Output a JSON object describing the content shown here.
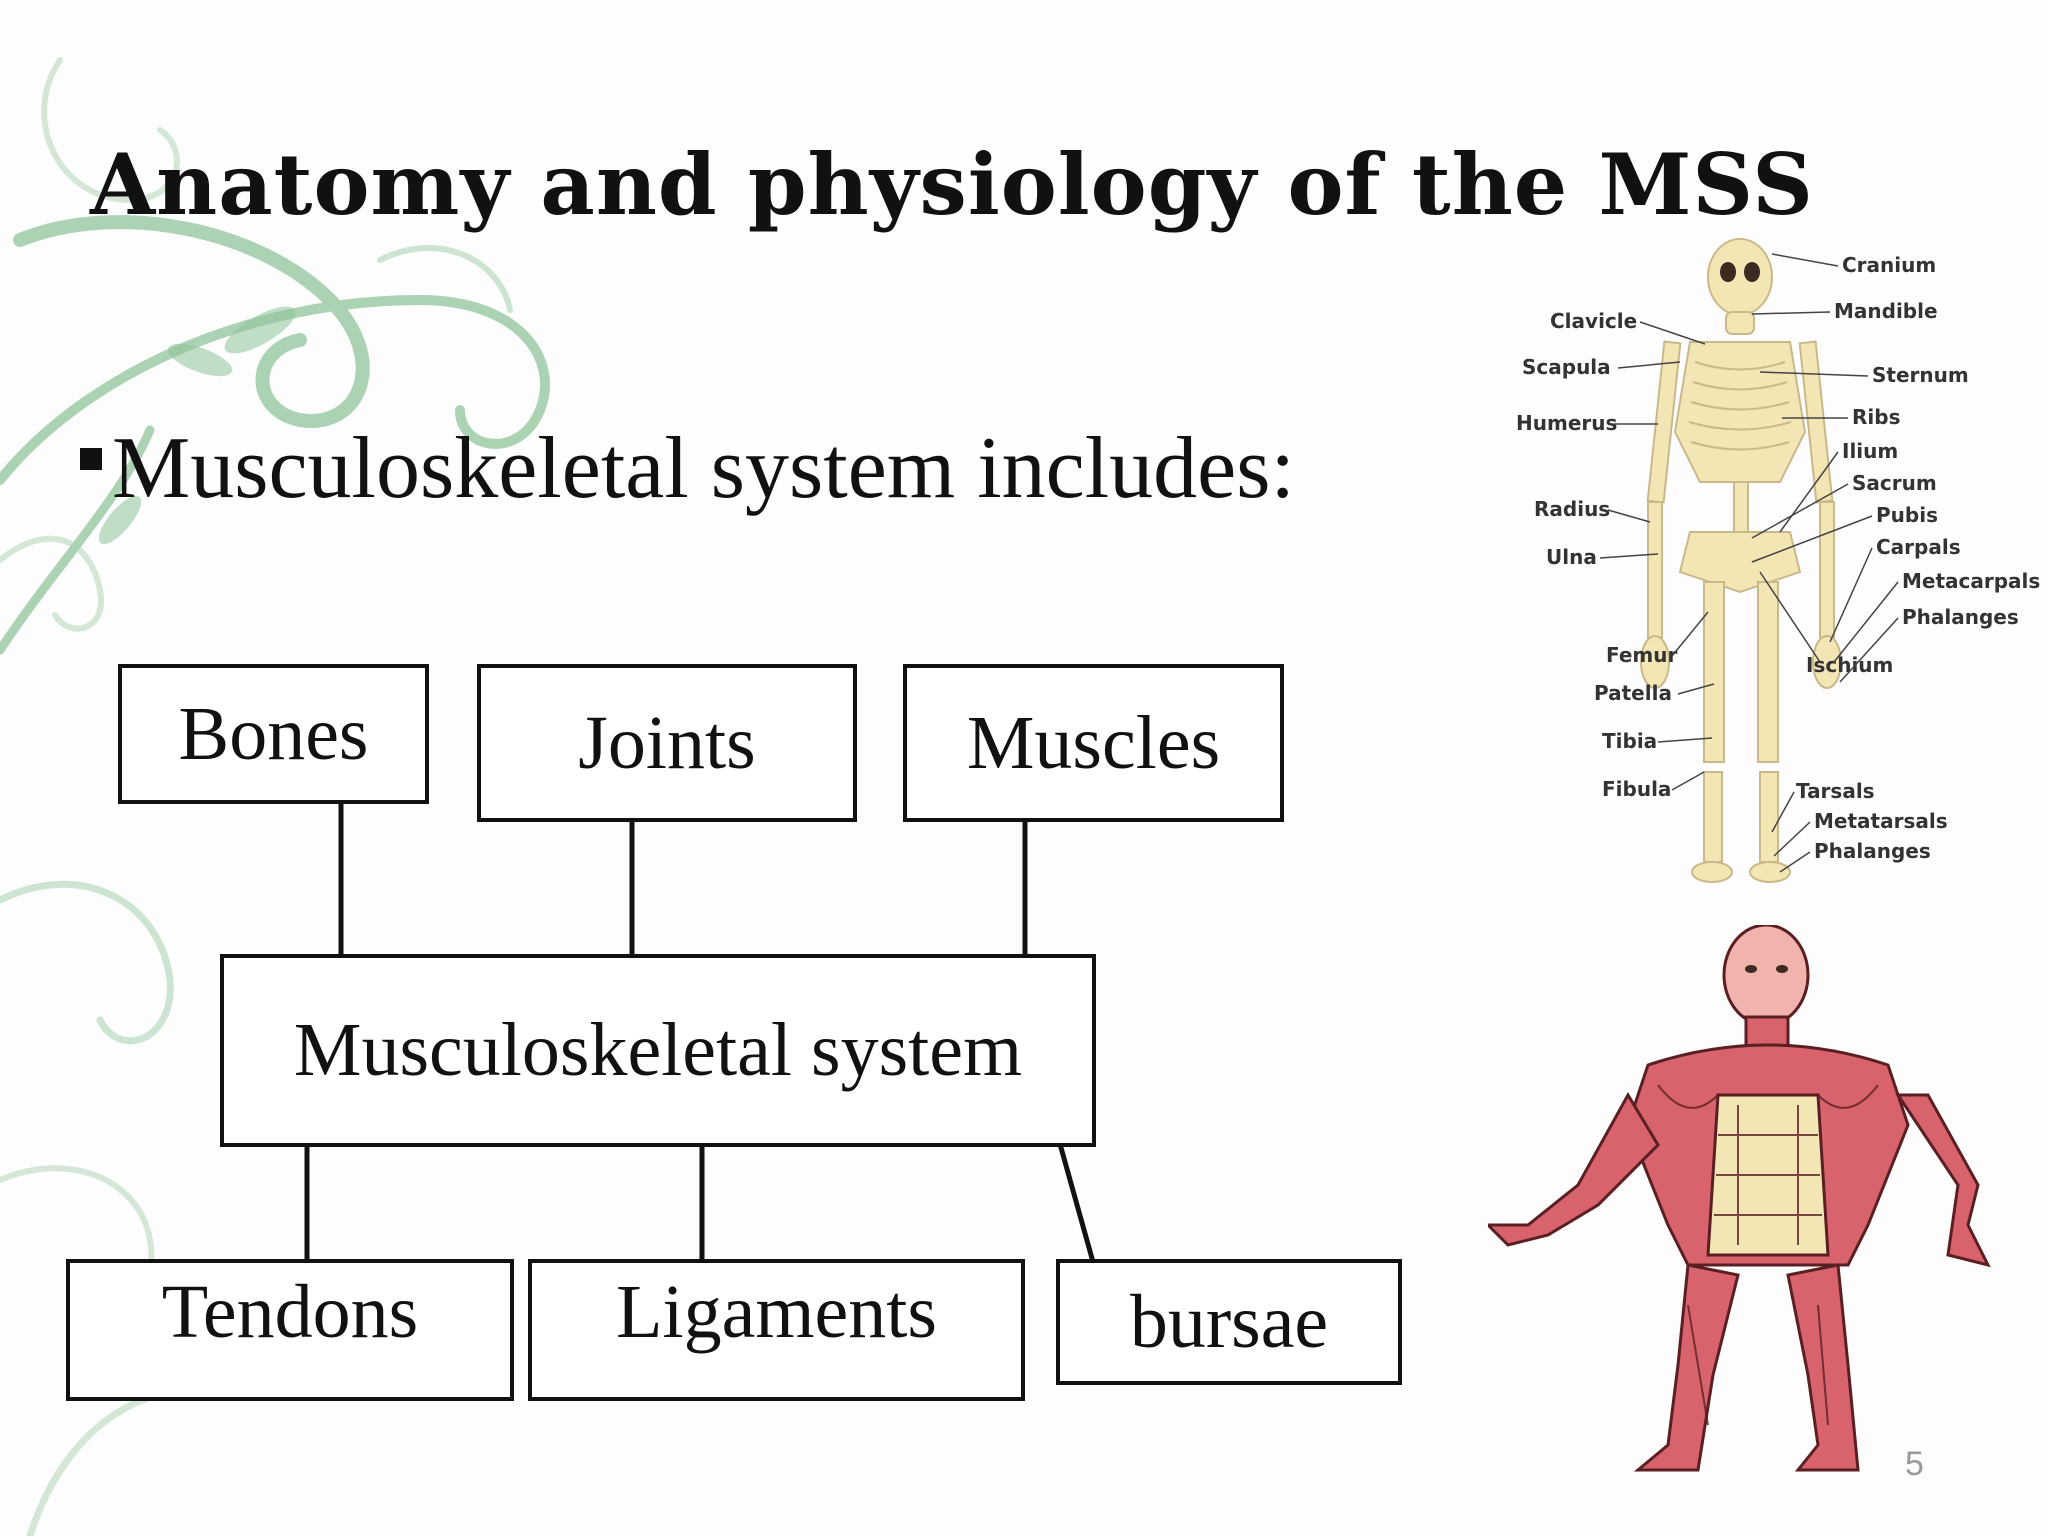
{
  "slide": {
    "title": "Anatomy and physiology of the MSS",
    "bullet": "Musculoskeletal system includes:",
    "page_number": "5"
  },
  "diagram": {
    "top_nodes": [
      "Bones",
      "Joints",
      "Muscles"
    ],
    "center_node": "Musculoskeletal system",
    "bottom_nodes": [
      "Tendons",
      "Ligaments",
      "bursae"
    ]
  },
  "skeleton_labels": {
    "left": [
      "Clavicle",
      "Scapula",
      "Humerus",
      "Radius",
      "Ulna",
      "Femur",
      "Patella",
      "Tibia",
      "Fibula"
    ],
    "right": [
      "Cranium",
      "Mandible",
      "Sternum",
      "Ribs",
      "Ilium",
      "Sacrum",
      "Pubis",
      "Carpals",
      "Metacarpals",
      "Phalanges",
      "Ischium",
      "Tarsals",
      "Metatarsals",
      "Phalanges"
    ]
  },
  "colors": {
    "swirl": "#8fc49a",
    "bone": "#f3e6b5",
    "muscle": "#d9636c",
    "skin": "#f0b3ad"
  }
}
